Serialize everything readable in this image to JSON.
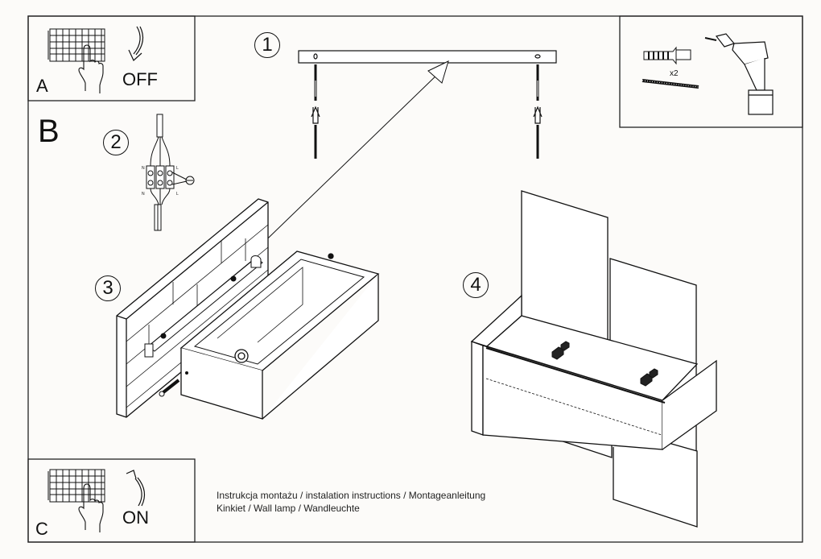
{
  "document": {
    "type": "installation instructions sheet",
    "caption": {
      "line1": "Instrukcja montażu / instalation instructions / Montageanleitung",
      "line2": "Kinkiet / Wall lamp / Wandleuchte"
    }
  },
  "panels": {
    "a": {
      "letter": "A",
      "action": "OFF",
      "icon": "circuit-breaker-switch-off-icon"
    },
    "b": {
      "letter": "B"
    },
    "c": {
      "letter": "C",
      "action": "ON",
      "icon": "circuit-breaker-switch-on-icon"
    },
    "tools": {
      "quantity": "x2",
      "items": [
        "wall-plug-icon",
        "screw-icon",
        "power-drill-icon"
      ]
    }
  },
  "steps": [
    {
      "number": "1",
      "description": "mounting-bracket-with-wall-plugs"
    },
    {
      "number": "2",
      "description": "terminal-block-wiring"
    },
    {
      "number": "3",
      "description": "attach-lamp-body-to-wall"
    },
    {
      "number": "4",
      "description": "assembled-wall-lamp"
    }
  ],
  "wiring": {
    "terminal_labels": [
      "N",
      "L",
      "N",
      "L"
    ]
  },
  "colors": {
    "line": "#111111",
    "background": "#fcfbf9"
  }
}
